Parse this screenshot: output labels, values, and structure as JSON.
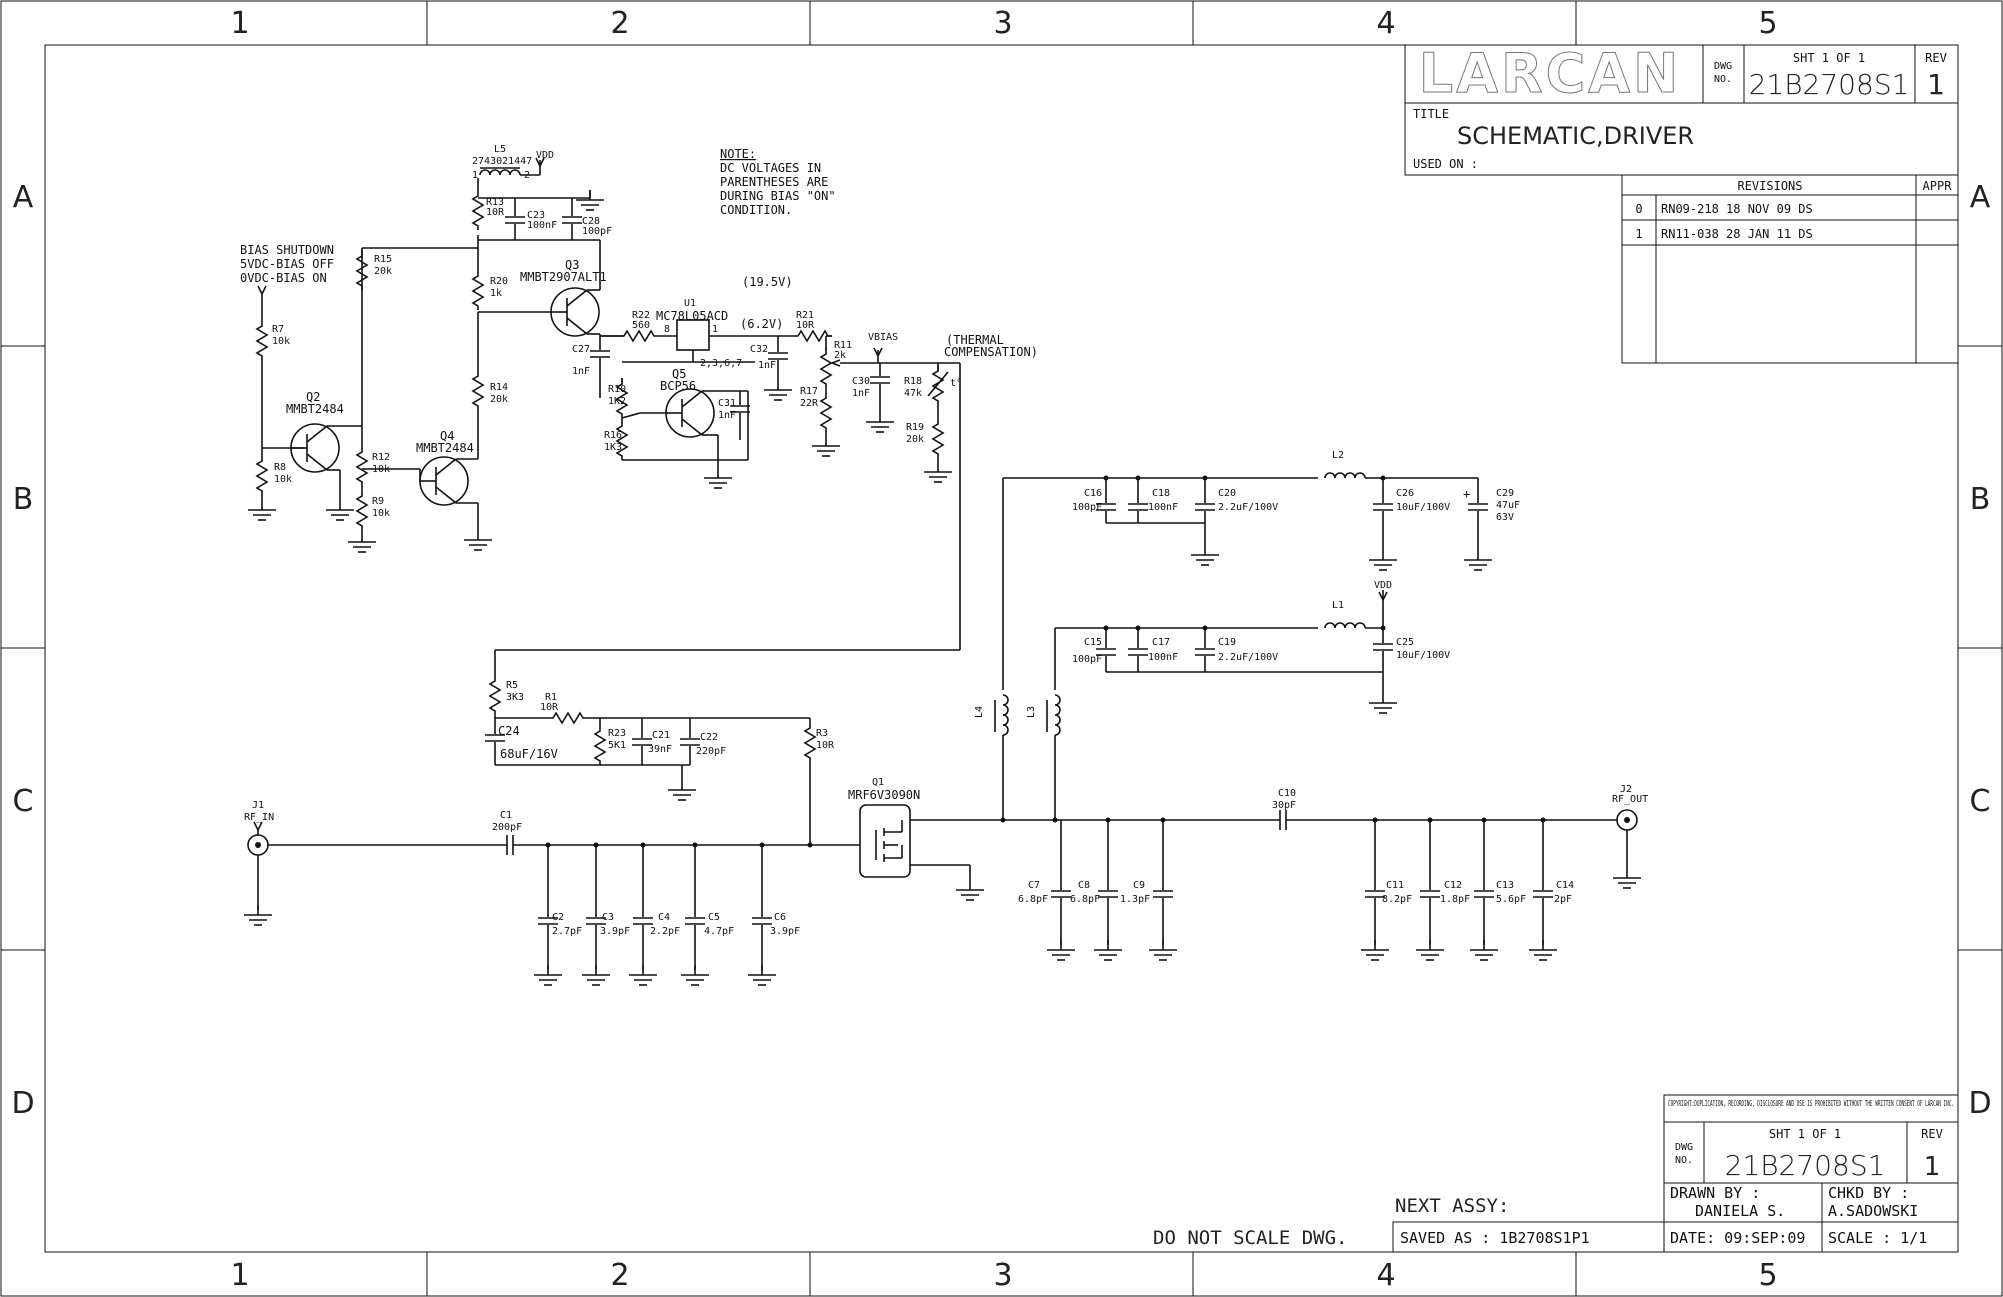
{
  "zones": {
    "cols": [
      "1",
      "2",
      "3",
      "4",
      "5"
    ],
    "rows": [
      "A",
      "B",
      "C",
      "D"
    ]
  },
  "title_block": {
    "logo": "LARCAN",
    "dwg_label": "DWG\nNO.",
    "dwg_no": "21B2708S1",
    "sht": "SHT   1  OF  1",
    "rev_label": "REV",
    "rev": "1",
    "title_label": "TITLE",
    "title": "SCHEMATIC,DRIVER",
    "used_on": "USED ON :"
  },
  "revisions": {
    "header": "REVISIONS",
    "appr": "APPR",
    "rows": [
      {
        "rev": "0",
        "desc": "RN09-218  18 NOV 09  DS"
      },
      {
        "rev": "1",
        "desc": "RN11-038  28 JAN 11  DS"
      }
    ]
  },
  "bottom_block": {
    "copyright": "COPYRIGHT:DUPLICATION, RECORDING, DISCLOSURE AND USE IS PROHIBITED WITHOUT THE WRITTEN CONSENT OF LARCAN INC.",
    "sht": "SHT   1  OF  1",
    "rev_label": "REV",
    "dwg_no": "21B2708S1",
    "rev": "1",
    "drawn_by_label": "DRAWN BY :",
    "drawn_by": "DANIELA S.",
    "chkd_by_label": "CHKD BY :",
    "chkd_by": "A.SADOWSKI",
    "date": "DATE: 09:SEP:09",
    "scale": "SCALE :  1/1",
    "next_assy": "NEXT ASSY:",
    "do_not_scale": "DO NOT SCALE DWG.",
    "saved_as": "SAVED AS : 1B2708S1P1"
  },
  "note": [
    "NOTE:",
    "DC VOLTAGES IN",
    "PARENTHESES ARE",
    "DURING BIAS \"ON\"",
    "CONDITION."
  ],
  "bias_text": [
    "BIAS SHUTDOWN",
    "5VDC-BIAS OFF",
    "0VDC-BIAS ON"
  ],
  "voltages": {
    "v1": "(19.5V)",
    "v2": "(6.2V)"
  },
  "thermal": [
    "(THERMAL",
    "COMPENSATION)"
  ],
  "components": {
    "L5": {
      "ref": "L5",
      "val": "2743021447"
    },
    "VDD1": "VDD",
    "R13": {
      "ref": "R13",
      "val": "10R"
    },
    "C23": {
      "ref": "C23",
      "val": "100nF"
    },
    "C28": {
      "ref": "C28",
      "val": "100pF"
    },
    "R15": {
      "ref": "R15",
      "val": "20k"
    },
    "R20": {
      "ref": "R20",
      "val": "1k"
    },
    "Q3": {
      "ref": "Q3",
      "val": "MMBT2907ALT1"
    },
    "U1": {
      "ref": "U1",
      "val": "MC78L05ACD"
    },
    "R22": {
      "ref": "R22",
      "val": "560"
    },
    "U1pins": {
      "p8": "8",
      "p1": "1",
      "p2": "2,3,6,7"
    },
    "R21": {
      "ref": "R21",
      "val": "10R"
    },
    "R11": {
      "ref": "R11",
      "val": "2k"
    },
    "VBIAS": "VBIAS",
    "C27": {
      "ref": "C27",
      "val": "1nF"
    },
    "C32": {
      "ref": "C32",
      "val": "1nF"
    },
    "Q5": {
      "ref": "Q5",
      "val": "BCP56"
    },
    "R10": {
      "ref": "R10",
      "val": "1K2"
    },
    "R16": {
      "ref": "R16",
      "val": "1K3"
    },
    "C31": {
      "ref": "C31",
      "val": "1nF"
    },
    "R17": {
      "ref": "R17",
      "val": "22R"
    },
    "C30": {
      "ref": "C30",
      "val": "1nF"
    },
    "R18": {
      "ref": "R18",
      "val": "47k"
    },
    "R19": {
      "ref": "R19",
      "val": "20k"
    },
    "R7": {
      "ref": "R7",
      "val": "10k"
    },
    "Q2": {
      "ref": "Q2",
      "val": "MMBT2484"
    },
    "R8": {
      "ref": "R8",
      "val": "10k"
    },
    "R12": {
      "ref": "R12",
      "val": "10k"
    },
    "R9": {
      "ref": "R9",
      "val": "10k"
    },
    "Q4": {
      "ref": "Q4",
      "val": "MMBT2484"
    },
    "R14": {
      "ref": "R14",
      "val": "20k"
    },
    "L2": {
      "ref": "L2"
    },
    "C16": {
      "ref": "C16",
      "val": "100pF"
    },
    "C18": {
      "ref": "C18",
      "val": "100nF"
    },
    "C20": {
      "ref": "C20",
      "val": "2.2uF/100V"
    },
    "C26": {
      "ref": "C26",
      "val": "10uF/100V"
    },
    "C29": {
      "ref": "C29",
      "val": "47uF",
      "val2": "63V"
    },
    "L1": {
      "ref": "L1"
    },
    "VDD2": "VDD",
    "C15": {
      "ref": "C15",
      "val": "100pF"
    },
    "C17": {
      "ref": "C17",
      "val": "100nF"
    },
    "C19": {
      "ref": "C19",
      "val": "2.2uF/100V"
    },
    "C25": {
      "ref": "C25",
      "val": "10uF/100V"
    },
    "L4": {
      "ref": "L4"
    },
    "L3": {
      "ref": "L3"
    },
    "R5": {
      "ref": "R5",
      "val": "3K3"
    },
    "R1": {
      "ref": "R1",
      "val": "10R"
    },
    "R23": {
      "ref": "R23",
      "val": "5K1"
    },
    "C21": {
      "ref": "C21",
      "val": "39nF"
    },
    "C22": {
      "ref": "C22",
      "val": "220pF"
    },
    "C24": {
      "ref": "C24",
      "val": "68uF/16V"
    },
    "R3": {
      "ref": "R3",
      "val": "10R"
    },
    "J1": {
      "ref": "J1",
      "val": "RF_IN"
    },
    "C1": {
      "ref": "C1",
      "val": "200pF"
    },
    "Q1": {
      "ref": "Q1",
      "val": "MRF6V3090N"
    },
    "C2": {
      "ref": "C2",
      "val": "2.7pF"
    },
    "C3": {
      "ref": "C3",
      "val": "3.9pF"
    },
    "C4": {
      "ref": "C4",
      "val": "2.2pF"
    },
    "C5": {
      "ref": "C5",
      "val": "4.7pF"
    },
    "C6": {
      "ref": "C6",
      "val": "3.9pF"
    },
    "C7": {
      "ref": "C7",
      "val": "6.8pF"
    },
    "C8": {
      "ref": "C8",
      "val": "6.8pF"
    },
    "C9": {
      "ref": "C9",
      "val": "1.3pF"
    },
    "C10": {
      "ref": "C10",
      "val": "30pF"
    },
    "C11": {
      "ref": "C11",
      "val": "8.2pF"
    },
    "C12": {
      "ref": "C12",
      "val": "1.8pF"
    },
    "C13": {
      "ref": "C13",
      "val": "5.6pF"
    },
    "C14": {
      "ref": "C14",
      "val": "2pF"
    },
    "J2": {
      "ref": "J2",
      "val": "RF_OUT"
    }
  }
}
